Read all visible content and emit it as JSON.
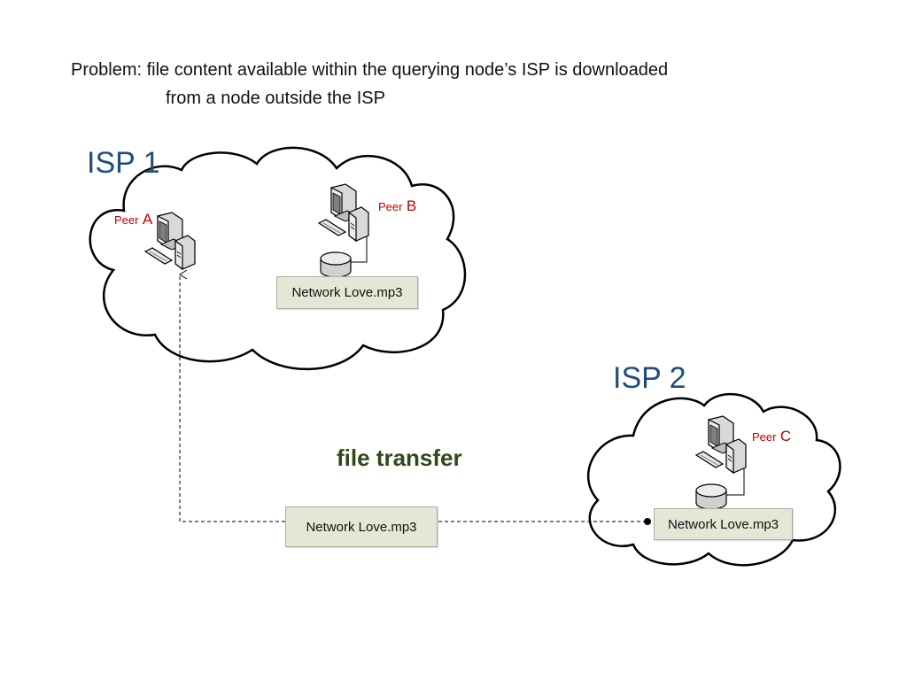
{
  "title": {
    "line1": "Problem: file content available within the querying node’s ISP is downloaded",
    "line2": "from a node outside the ISP"
  },
  "isps": [
    {
      "label": "ISP 1"
    },
    {
      "label": "ISP 2"
    }
  ],
  "peers": {
    "a": {
      "word": "Peer",
      "letter": "A"
    },
    "b": {
      "word": "Peer",
      "letter": "B"
    },
    "c": {
      "word": "Peer",
      "letter": "C"
    }
  },
  "files": {
    "peer_b": "Network Love.mp3",
    "transfer": "Network Love.mp3",
    "peer_c": "Network Love.mp3"
  },
  "transfer_label": "file transfer",
  "colors": {
    "isp_label": "#1f4e79",
    "peer_label": "#c00000",
    "file_box": "#e3e8d6",
    "transfer_label": "#2f4a1a"
  }
}
